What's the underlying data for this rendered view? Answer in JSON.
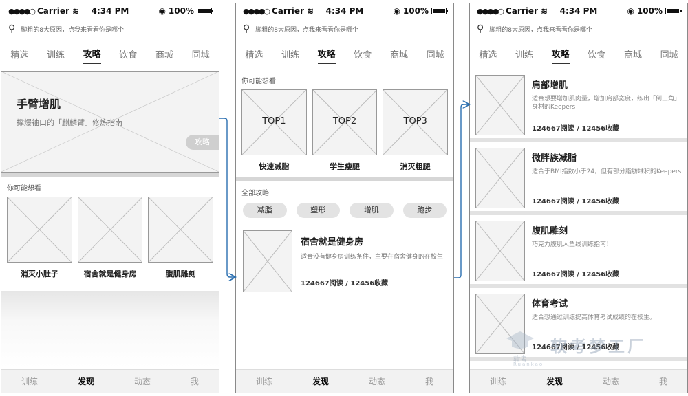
{
  "status_bar": {
    "carrier": "Carrier",
    "time": "4:34 PM",
    "battery": "100%",
    "battery_level": 1.0
  },
  "search": {
    "text": "脚粗的8大原因，点我来看看你是哪个"
  },
  "tabs": [
    "精选",
    "训练",
    "攻略",
    "饮食",
    "商城",
    "同城"
  ],
  "active_tab": "攻略",
  "bottom_nav": [
    "训练",
    "发现",
    "动态",
    "我"
  ],
  "active_bottom": "发现",
  "screen1": {
    "hero_title": "手臂增肌",
    "hero_subtitle": "撑爆袖口的「麒麟臂」修炼指南",
    "hero_button": "攻略",
    "section_label": "你可能想看",
    "cards": [
      "消灭小肚子",
      "宿舍就是健身房",
      "腹肌雕刻"
    ]
  },
  "screen2": {
    "section_label": "你可能想看",
    "top_cards": [
      {
        "badge": "TOP1",
        "label": "快速减脂"
      },
      {
        "badge": "TOP2",
        "label": "学生瘦腿"
      },
      {
        "badge": "TOP3",
        "label": "消灭粗腿"
      }
    ],
    "all_label": "全部攻略",
    "chips": [
      "减脂",
      "塑形",
      "增肌",
      "跑步"
    ],
    "feature": {
      "title": "宿舍就是健身房",
      "desc": "适合没有健身房训练条件，主要在宿舍健身的在校生",
      "stats": "124667阅读 / 12456收藏"
    }
  },
  "screen3": {
    "articles": [
      {
        "title": "肩部增肌",
        "desc": "适合想要增加肌肉量，增加肩部宽度，练出「倒三角」身材的Keepers",
        "stats": "124667阅读 / 12456收藏"
      },
      {
        "title": "微胖族减脂",
        "desc": "适合于BMI指数小于24，但有部分脂肪堆积的Keepers",
        "stats": "124667阅读 / 12456收藏"
      },
      {
        "title": "腹肌雕刻",
        "desc": "巧克力腹肌人鱼线训练指南！",
        "stats": "124667阅读 / 12456收藏"
      },
      {
        "title": "体育考试",
        "desc": "适合想通过训练提高体育考试成绩的在校生。",
        "stats": "124667阅读 / 12456收藏"
      }
    ]
  },
  "watermark": {
    "big": "软考梦工厂",
    "small": "软考",
    "tiny": "Ruankao"
  },
  "colors": {
    "connector": "#2a6fb0",
    "placeholder_border": "#999999",
    "chip_bg": "#e3e3e3"
  }
}
